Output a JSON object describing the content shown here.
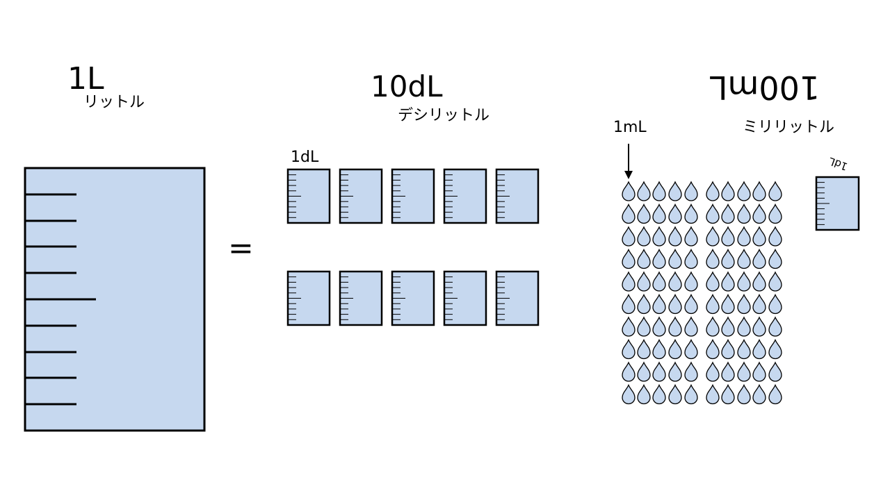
{
  "liter": {
    "value": "1L",
    "reading": "リットル"
  },
  "equals": "=",
  "deciliter": {
    "value": "10dL",
    "reading": "デシリットル",
    "cup_label": "1dL",
    "count": 10
  },
  "milliliter": {
    "value": "100mL",
    "reading": "ミリリットル",
    "drop_label": "1mL",
    "drop_count": 100,
    "cup_label": "1dL"
  },
  "colors": {
    "fill": "#c6d8ef",
    "stroke": "#000000"
  },
  "icons": {
    "drop": "water-drop-icon",
    "cup": "measuring-cup-icon",
    "arrow": "arrow-down-icon"
  }
}
